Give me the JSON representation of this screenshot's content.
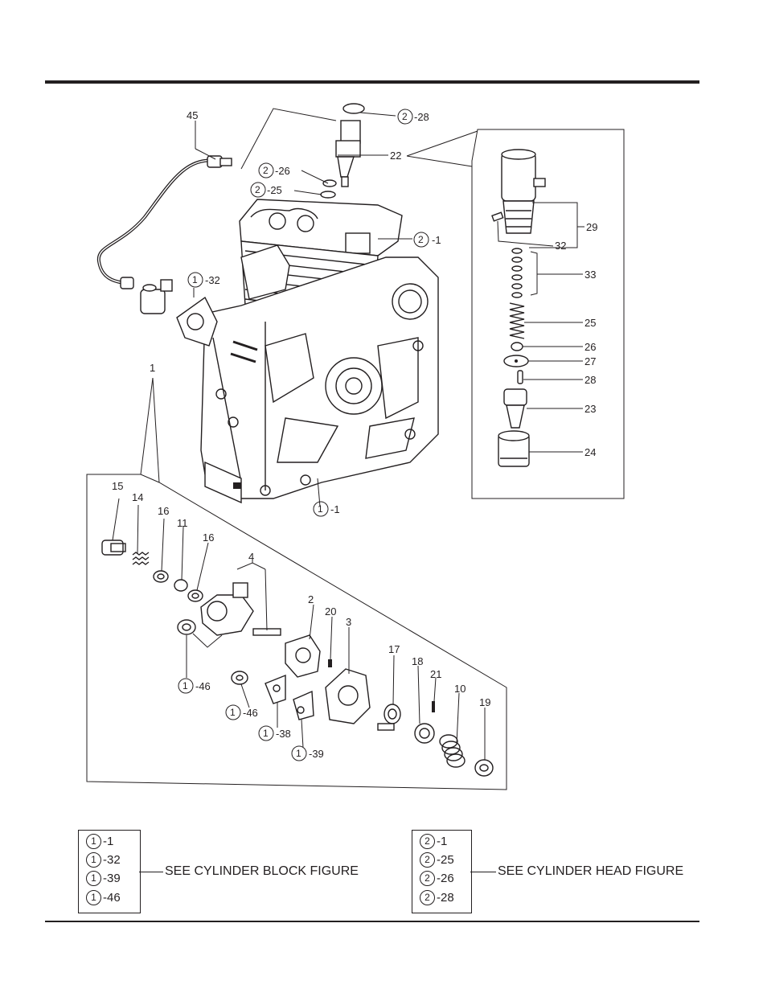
{
  "labels": {
    "p45": "45",
    "p22": "22",
    "p1": "1",
    "p15": "15",
    "p14": "14",
    "p16a": "16",
    "p11": "11",
    "p16b": "16",
    "p4": "4",
    "p2": "2",
    "p20": "20",
    "p3": "3",
    "p17": "17",
    "p18": "18",
    "p21": "21",
    "p10": "10",
    "p19": "19",
    "p29": "29",
    "p32": "32",
    "p33": "33",
    "p25": "25",
    "p26": "26",
    "p27": "27",
    "p28": "28",
    "p23": "23",
    "p24": "24"
  },
  "refs": {
    "r2_28": {
      "group": "2",
      "suffix": "-28"
    },
    "r2_26": {
      "group": "2",
      "suffix": "-26"
    },
    "r2_25": {
      "group": "2",
      "suffix": "-25"
    },
    "r2_1": {
      "group": "2",
      "suffix": "-1"
    },
    "r1_32": {
      "group": "1",
      "suffix": "-32"
    },
    "r1_1": {
      "group": "1",
      "suffix": "-1"
    },
    "r1_46a": {
      "group": "1",
      "suffix": "-46"
    },
    "r1_46b": {
      "group": "1",
      "suffix": "-46"
    },
    "r1_38": {
      "group": "1",
      "suffix": "-38"
    },
    "r1_39": {
      "group": "1",
      "suffix": "-39"
    }
  },
  "legend_block": {
    "rows": [
      {
        "group": "1",
        "suffix": "-1"
      },
      {
        "group": "1",
        "suffix": "-32"
      },
      {
        "group": "1",
        "suffix": "-39"
      },
      {
        "group": "1",
        "suffix": "-46"
      }
    ],
    "note": "SEE CYLINDER BLOCK FIGURE"
  },
  "legend_head": {
    "rows": [
      {
        "group": "2",
        "suffix": "-1"
      },
      {
        "group": "2",
        "suffix": "-25"
      },
      {
        "group": "2",
        "suffix": "-26"
      },
      {
        "group": "2",
        "suffix": "-28"
      }
    ],
    "note": "SEE CYLINDER HEAD FIGURE"
  }
}
